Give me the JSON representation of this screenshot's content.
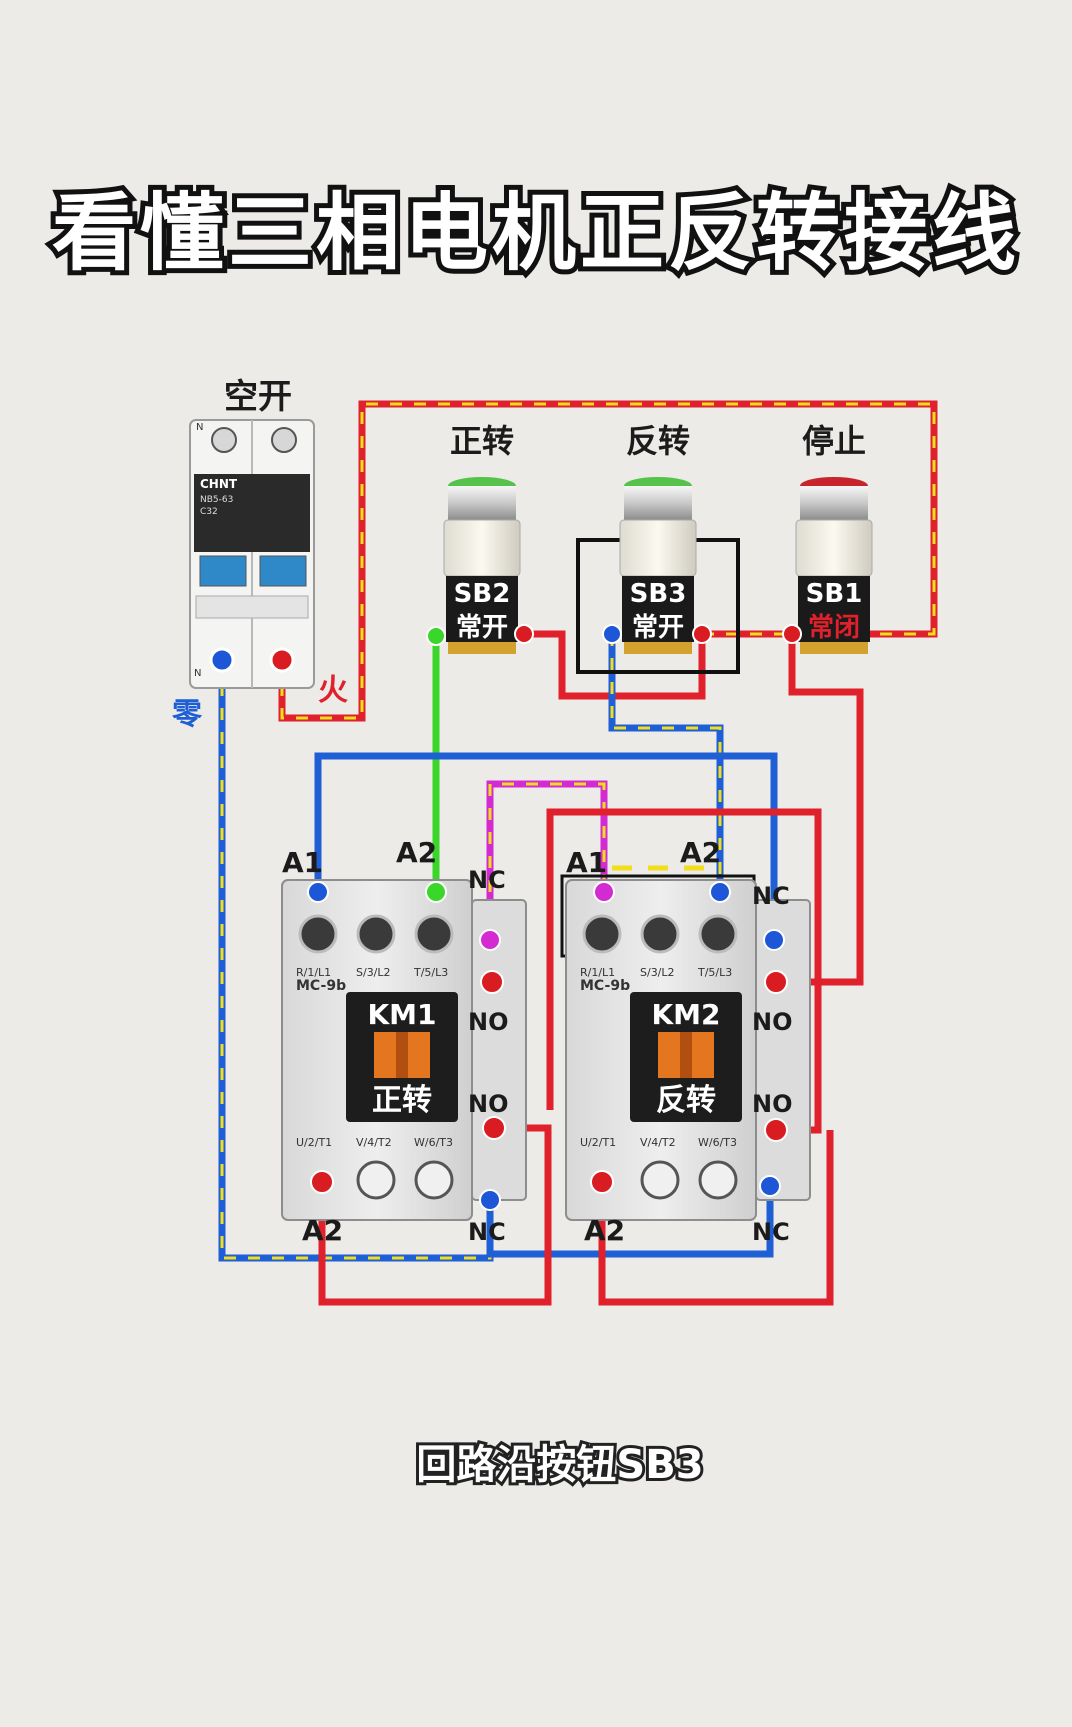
{
  "title": "看懂三相电机正反转接线",
  "caption": "回路沿按钮SB3",
  "breaker": {
    "label": "空开",
    "brand": "CHNT",
    "model": "NB5-63",
    "rating": "C32",
    "terminal_left": "N",
    "terminal_bottom_left": "N",
    "neutral_label": "零",
    "live_label": "火"
  },
  "buttons": [
    {
      "function": "正转",
      "code": "SB2",
      "type": "常开"
    },
    {
      "function": "反转",
      "code": "SB3",
      "type": "常开"
    },
    {
      "function": "停止",
      "code": "SB1",
      "type": "常闭"
    }
  ],
  "contactors": [
    {
      "name": "KM1",
      "function": "正转",
      "model": "MC-9b",
      "top_terminals": [
        "R/1/L1",
        "S/3/L2",
        "T/5/L3"
      ],
      "bottom_terminals": [
        "U/2/T1",
        "V/4/T2",
        "W/6/T3"
      ],
      "coil_a1": "A1",
      "coil_a2_top": "A2",
      "coil_a2_bottom": "A2",
      "aux": [
        "NC",
        "NO",
        "NO",
        "NC"
      ]
    },
    {
      "name": "KM2",
      "function": "反转",
      "model": "MC-9b",
      "top_terminals": [
        "R/1/L1",
        "S/3/L2",
        "T/5/L3"
      ],
      "bottom_terminals": [
        "U/2/T1",
        "V/4/T2",
        "W/6/T3"
      ],
      "coil_a1": "A1",
      "coil_a2_top": "A2",
      "coil_a2_bottom": "A2",
      "aux": [
        "NC",
        "NO",
        "NO",
        "NC"
      ]
    }
  ],
  "colors": {
    "background": "#ecebe8",
    "live": "#e0202a",
    "neutral": "#1f5fd6",
    "phase_yellow": "#f2de1c",
    "coil": "#3bd62a",
    "interlock": "#d42ad2",
    "terminal_red": "#d81c22",
    "terminal_blue": "#1d57d8",
    "sb1_red_text": "#e0202a",
    "km_label_bg": "#1d1d1d",
    "coil_orange": "#e57620"
  }
}
